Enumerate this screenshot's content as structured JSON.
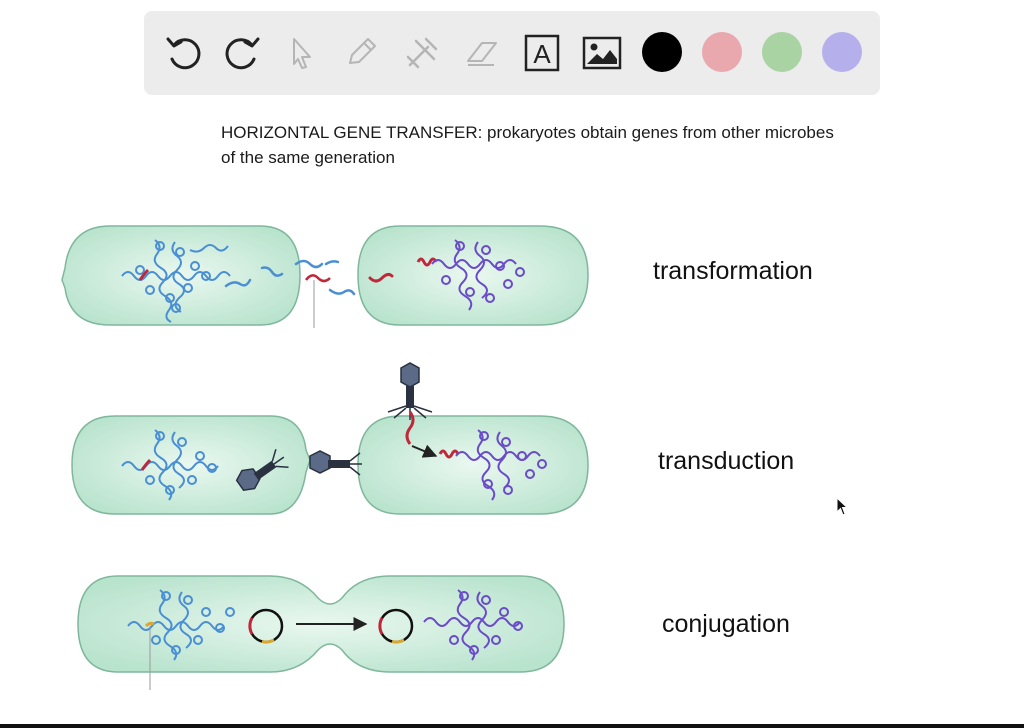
{
  "toolbar": {
    "tools": [
      {
        "name": "undo-icon"
      },
      {
        "name": "redo-icon"
      },
      {
        "name": "pointer-icon"
      },
      {
        "name": "pencil-icon"
      },
      {
        "name": "tools-icon"
      },
      {
        "name": "eraser-icon"
      },
      {
        "name": "text-icon",
        "glyph": "A"
      },
      {
        "name": "image-icon"
      }
    ],
    "colors": [
      "#000000",
      "#e8a8ae",
      "#a9d3a3",
      "#b5b0ec"
    ]
  },
  "heading": {
    "line1": "HORIZONTAL GENE TRANSFER: prokaryotes obtain genes from other microbes",
    "line2": "of the same generation"
  },
  "diagram": {
    "colors": {
      "cell_fill": "#c7eadb",
      "cell_stroke": "#7fb79d",
      "donor_dna": "#4a8fd4",
      "recipient_dna": "#6a4bc9",
      "transferred_dna": "#c0283a",
      "phage": "#2a3140",
      "plasmid_marker": "#d9a732"
    },
    "rows": [
      {
        "label": "transformation"
      },
      {
        "label": "transduction"
      },
      {
        "label": "conjugation"
      }
    ]
  }
}
